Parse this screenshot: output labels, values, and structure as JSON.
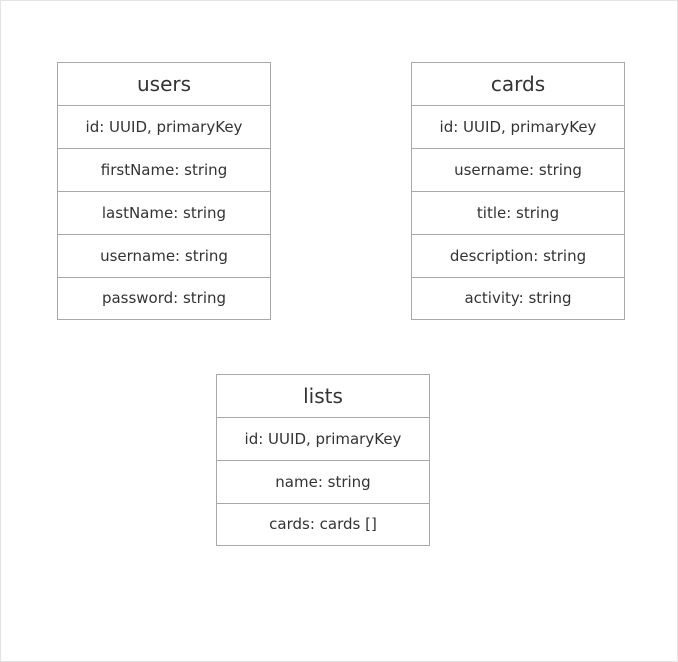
{
  "entities": {
    "users": {
      "title": "users",
      "fields": [
        "id: UUID, primaryKey",
        "firstName: string",
        "lastName: string",
        "username: string",
        "password: string"
      ]
    },
    "cards": {
      "title": "cards",
      "fields": [
        "id: UUID, primaryKey",
        "username: string",
        "title: string",
        "description: string",
        "activity: string"
      ]
    },
    "lists": {
      "title": "lists",
      "fields": [
        "id: UUID, primaryKey",
        "name: string",
        "cards: cards []"
      ]
    }
  }
}
